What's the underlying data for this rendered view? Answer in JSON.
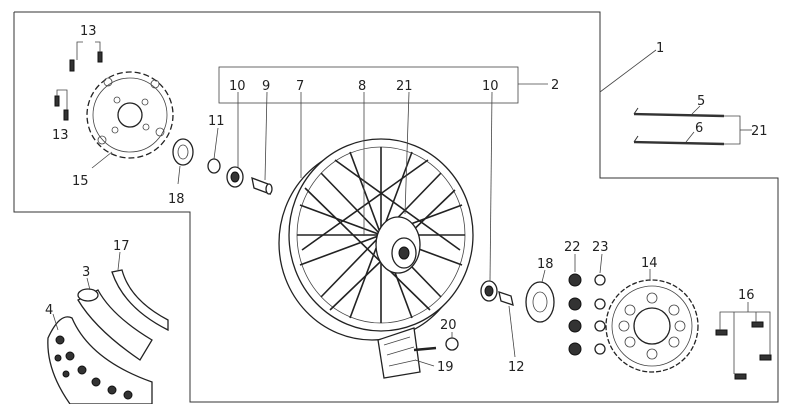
{
  "diagram": {
    "callouts": {
      "c1": "1",
      "c2": "2",
      "c3": "3",
      "c4": "4",
      "c5": "5",
      "c6": "6",
      "c7": "7",
      "c8": "8",
      "c9": "9",
      "c10a": "10",
      "c10b": "10",
      "c11": "11",
      "c12": "12",
      "c13a": "13",
      "c13b": "13",
      "c14": "14",
      "c15": "15",
      "c16": "16",
      "c17": "17",
      "c18a": "18",
      "c18b": "18",
      "c19": "19",
      "c20": "20",
      "c21a": "21",
      "c21b": "21",
      "c22": "22",
      "c23": "23"
    }
  }
}
